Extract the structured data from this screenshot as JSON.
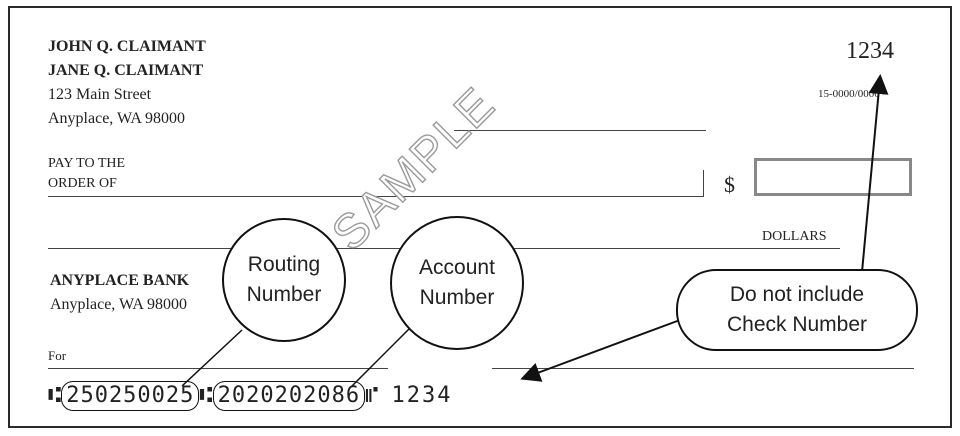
{
  "check": {
    "payer": {
      "name1": "JOHN Q. CLAIMANT",
      "name2": "JANE Q. CLAIMANT",
      "street": "123 Main Street",
      "city": "Anyplace, WA 98000"
    },
    "check_number": "1234",
    "fraction_code": "15-0000/0000",
    "pay_to_line1": "PAY TO THE",
    "pay_to_line2": "ORDER OF",
    "currency_symbol": "$",
    "dollars_label": "DOLLARS",
    "bank_name": "ANYPLACE BANK",
    "bank_city": "Anyplace, WA 98000",
    "memo_label": "For",
    "watermark": "SAMPLE",
    "micr": {
      "routing_start": "⑆",
      "routing": "250250025",
      "routing_end": "⑆",
      "account": "2020202086",
      "account_end": "⑈",
      "check_number": "1234"
    }
  },
  "annotations": {
    "routing": {
      "line1": "Routing",
      "line2": "Number"
    },
    "account": {
      "line1": "Account",
      "line2": "Number"
    },
    "check_number_note": {
      "line1": "Do not include",
      "line2": "Check Number"
    }
  },
  "colors": {
    "ink": "#222222",
    "border": "#2a2a2a",
    "amount_box_border": "#888888",
    "watermark": "#9a9a9a"
  }
}
